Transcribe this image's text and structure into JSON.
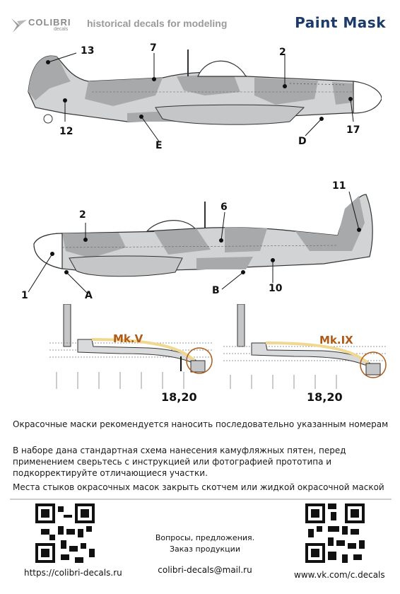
{
  "header": {
    "brand_name": "COLIBRI",
    "brand_sub": "decals",
    "tagline": "historical decals for modeling",
    "title": "Paint Mask"
  },
  "top_view_labels": [
    "13",
    "7",
    "2",
    "12",
    "E",
    "D",
    "17"
  ],
  "bottom_view_labels": [
    "11",
    "2",
    "6",
    "1",
    "A",
    "B",
    "10"
  ],
  "canopy_details": [
    {
      "variant": "Mk.V",
      "numbers": "18,20"
    },
    {
      "variant": "Mk.IX",
      "numbers": "18,20"
    }
  ],
  "instructions": {
    "line1": "Окрасочные маски рекомендуется наносить последовательно указанным номерам",
    "para2": "В наборе дана стандартная схема нанесения камуфляжных пятен, перед применением сверьтесь с инструкцией или фотографией прототипа и подкорректируйте отличающиеся участки.",
    "line3": "Места стыков окрасочных масок закрыть скотчем или жидкой окрасочной маской"
  },
  "footer": {
    "website": "https://colibri-decals.ru",
    "contact_line1": "Вопросы, предложения.",
    "contact_line2": "Заказ продукции",
    "email": "colibri-decals@mail.ru",
    "vk": "www.vk.com/c.decals"
  },
  "colors": {
    "title_blue": "#1d3b6a",
    "mk_orange": "#b05a16",
    "camo_dark": "#a7a9ab",
    "camo_light": "#d1d3d4"
  }
}
